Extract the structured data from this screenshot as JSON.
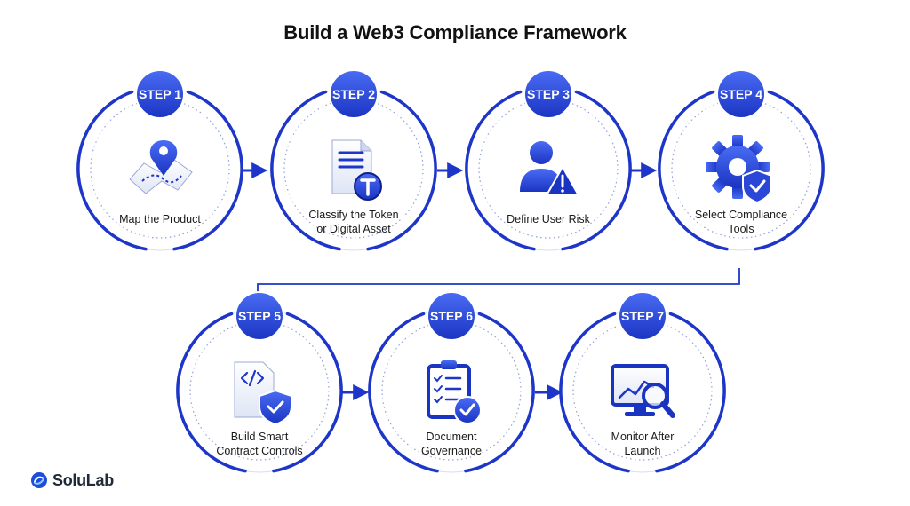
{
  "title": "Build a Web3 Compliance Framework",
  "colors": {
    "primary": "#1d35c8",
    "light": "#4f6ef0",
    "ring": "#c9d3f5"
  },
  "steps": [
    {
      "badge": "STEP 1",
      "lines": [
        "Map the Product"
      ],
      "icon": "map-pin-icon"
    },
    {
      "badge": "STEP 2",
      "lines": [
        "Classify the Token",
        "or Digital Asset"
      ],
      "icon": "token-document-icon"
    },
    {
      "badge": "STEP 3",
      "lines": [
        "Define User Risk"
      ],
      "icon": "user-warning-icon"
    },
    {
      "badge": "STEP 4",
      "lines": [
        "Select Compliance",
        "Tools"
      ],
      "icon": "gear-shield-icon"
    },
    {
      "badge": "STEP 5",
      "lines": [
        "Build Smart",
        "Contract Controls"
      ],
      "icon": "code-shield-icon"
    },
    {
      "badge": "STEP 6",
      "lines": [
        "Document",
        "Governance"
      ],
      "icon": "clipboard-check-icon"
    },
    {
      "badge": "STEP 7",
      "lines": [
        "Monitor After",
        "Launch"
      ],
      "icon": "monitor-search-icon"
    }
  ],
  "logo": {
    "text": "SoluLab"
  }
}
